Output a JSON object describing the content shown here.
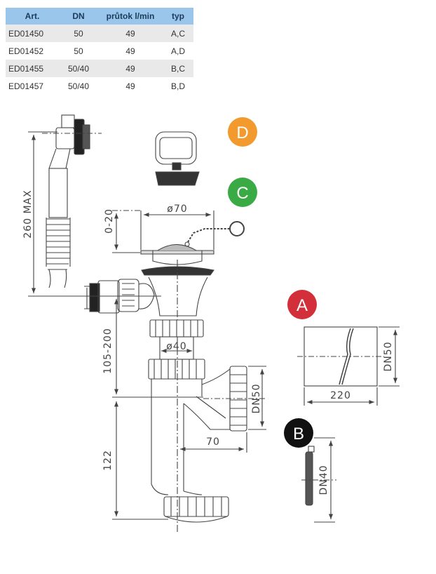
{
  "table": {
    "headers": [
      "Art.",
      "DN",
      "průtok l/min",
      "typ"
    ],
    "rows": [
      [
        "ED01450",
        "50",
        "49",
        "A,C"
      ],
      [
        "ED01452",
        "50",
        "49",
        "A,D"
      ],
      [
        "ED01455",
        "50/40",
        "49",
        "B,C"
      ],
      [
        "ED01457",
        "50/40",
        "49",
        "B,D"
      ]
    ]
  },
  "badges": {
    "d": {
      "letter": "D",
      "color": "#f39a2e"
    },
    "c": {
      "letter": "C",
      "color": "#3aaa45"
    },
    "a": {
      "letter": "A",
      "color": "#d32f3a"
    },
    "b": {
      "letter": "B",
      "color": "#111111"
    }
  },
  "dimensions": {
    "max_height": "260 MAX",
    "inlet_range": "0-20",
    "diameter_70": "ø70",
    "diameter_40": "ø40",
    "height_range": "105-200",
    "height_122": "122",
    "dn50_main": "DN50",
    "length_70": "70",
    "dn50_part_a": "DN50",
    "length_220": "220",
    "dn40_part_b": "DN40"
  },
  "colors": {
    "line": "#444444",
    "table_header": "#99c6ea",
    "row_shade": "#e9e9e9"
  }
}
